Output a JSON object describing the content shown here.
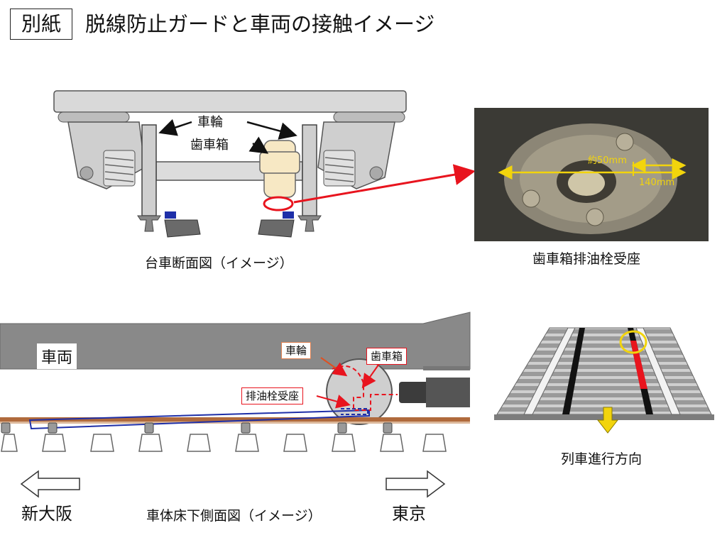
{
  "header": {
    "tag": "別紙",
    "title": "脱線防止ガードと車両の接触イメージ"
  },
  "bogie": {
    "caption": "台車断面図（イメージ）",
    "label_wheel": "車輪",
    "label_gearbox": "歯車箱"
  },
  "photo": {
    "caption": "歯車箱排油栓受座",
    "dim_inner": "約50mm",
    "dim_outer": "140mm"
  },
  "side": {
    "caption": "車体床下側面図（イメージ）",
    "label_car": "車両",
    "label_wheel": "車輪",
    "label_gearbox": "歯車箱",
    "label_drain": "排油栓受座",
    "dir_left": "新大阪",
    "dir_right": "東京"
  },
  "track": {
    "caption": "列車進行方向"
  },
  "colors": {
    "callout_red": "#e8141e",
    "guard_blue": "#1e2fa8",
    "gearbox_cream": "#f7e8c4",
    "mark_yellow": "#f2d40c"
  }
}
